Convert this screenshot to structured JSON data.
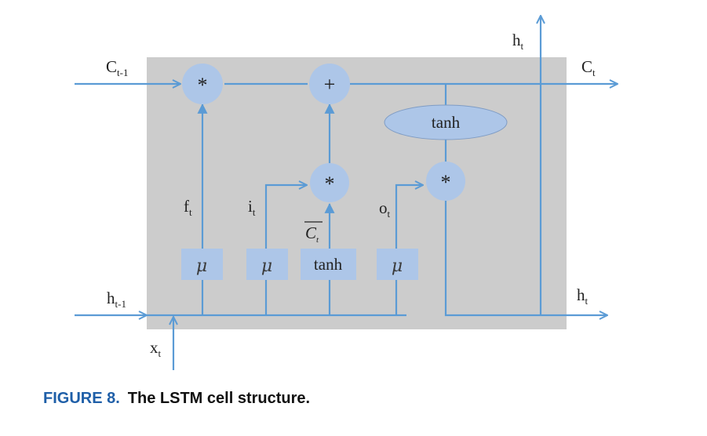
{
  "labels": {
    "c_prev": "C",
    "c_prev_sub": "t-1",
    "c_out": "C",
    "c_out_sub": "t",
    "h_top": "h",
    "h_top_sub": "t",
    "h_prev": "h",
    "h_prev_sub": "t-1",
    "h_out": "h",
    "h_out_sub": "t",
    "x_in": "x",
    "x_in_sub": "t",
    "f_gate": "f",
    "f_gate_sub": "t",
    "i_gate": "i",
    "i_gate_sub": "t",
    "o_gate": "o",
    "o_gate_sub": "t",
    "c_tilde": "C",
    "c_tilde_sub": "t"
  },
  "ops": {
    "forget_mul": "*",
    "add": "+",
    "input_mul": "*",
    "output_mul": "*"
  },
  "blocks": {
    "sigma_f": "μ",
    "sigma_i": "μ",
    "tanh_c": "tanh",
    "sigma_o": "μ",
    "tanh_out": "tanh"
  },
  "caption": {
    "number": "FIGURE 8.",
    "text": "The LSTM cell structure."
  },
  "colors": {
    "line": "#5b9bd5",
    "box": "#cccccc",
    "node": "#adc6e8",
    "caption_number": "#1f5fa8"
  }
}
